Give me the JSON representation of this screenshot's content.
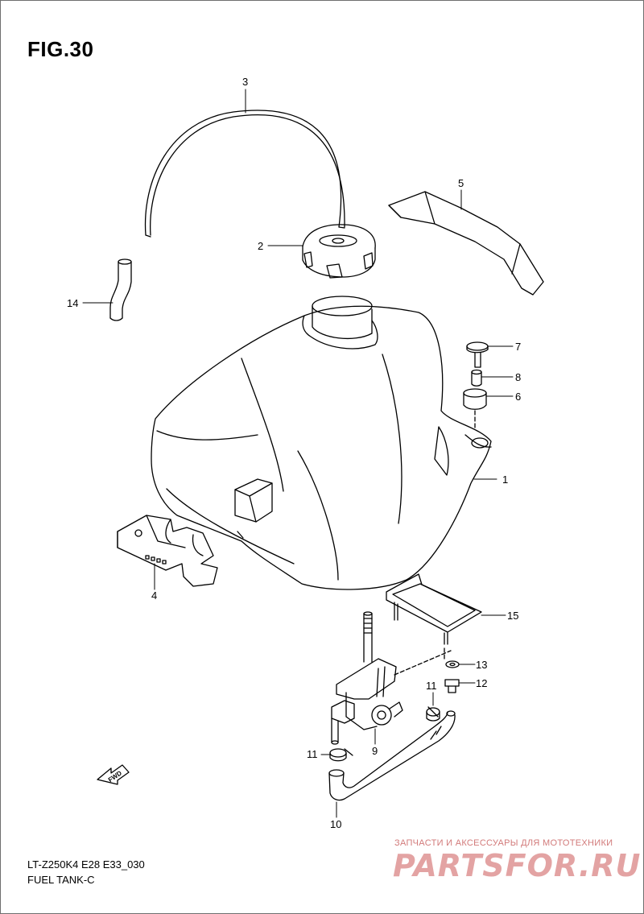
{
  "figure": {
    "title": "FIG.30",
    "code": "LT-Z250K4 E28 E33_030",
    "name": "FUEL TANK-C"
  },
  "callouts": [
    "1",
    "2",
    "3",
    "4",
    "5",
    "6",
    "7",
    "8",
    "9",
    "10",
    "11",
    "11",
    "12",
    "13",
    "14",
    "15"
  ],
  "direction_mark": "FWD",
  "watermark": {
    "caption": "ЗАПЧАСТИ И АКСЕССУАРЫ ДЛЯ МОТОТЕХНИКИ",
    "logo": "PARTSFOR.RU"
  }
}
